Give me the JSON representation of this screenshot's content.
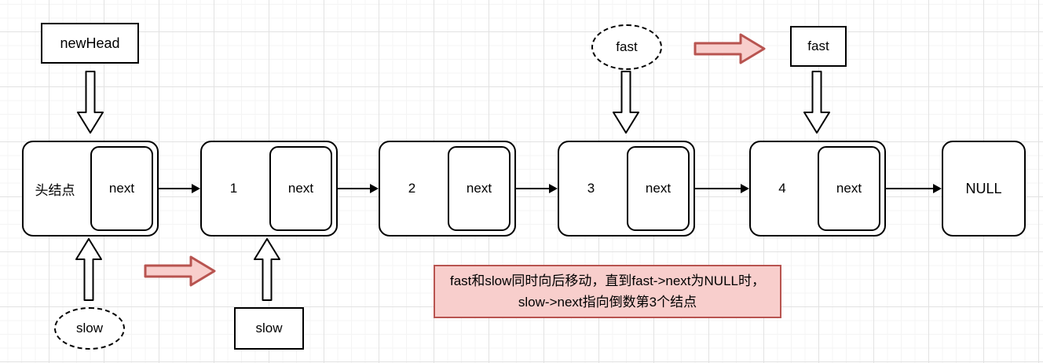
{
  "diagram": {
    "title_hint": "linked-list fast/slow pointer diagram",
    "new_head_label": "newHead",
    "pointers": {
      "fast_before": "fast",
      "fast_after": "fast",
      "slow_before": "slow",
      "slow_after": "slow"
    },
    "list": {
      "nodes": [
        {
          "value": "头结点",
          "pointer_field": "next"
        },
        {
          "value": "1",
          "pointer_field": "next"
        },
        {
          "value": "2",
          "pointer_field": "next"
        },
        {
          "value": "3",
          "pointer_field": "next"
        },
        {
          "value": "4",
          "pointer_field": "next"
        }
      ],
      "terminator": "NULL"
    },
    "note": "fast和slow同时向后移动，直到fast->next为NULL时，slow->next指向倒数第3个结点",
    "colors": {
      "note_fill": "#f8cecc",
      "note_stroke": "#b85450",
      "shape_stroke": "#000000",
      "shape_fill": "#ffffff"
    }
  }
}
